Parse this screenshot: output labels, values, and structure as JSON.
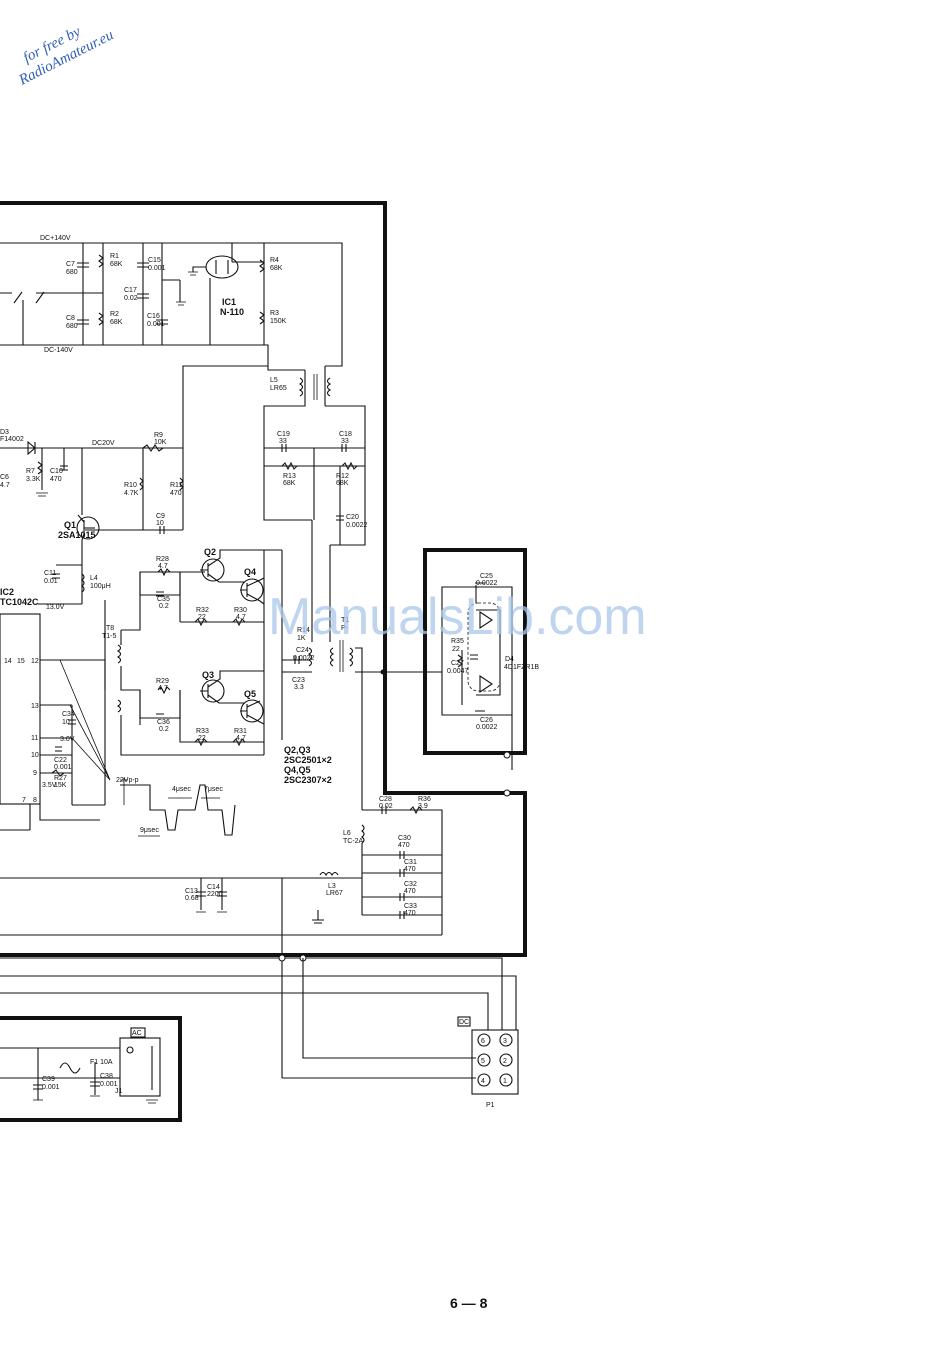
{
  "watermark_corner": {
    "line1": "for free by",
    "line2": "RadioAmateur.eu"
  },
  "watermark_center": "ManualsLib.com",
  "page_number": "6 — 8",
  "rails": {
    "dc_pos140": "DC+140V",
    "dc_neg140": "DC-140V",
    "dc20": "DC20V",
    "v13": "13.0V",
    "v3_0": "3.0V",
    "v3_5": "3.5V",
    "vpp": "22Vp-p"
  },
  "timing": {
    "t4": "4μsec",
    "t7": "7μsec",
    "t9": "9μsec"
  },
  "ic": {
    "ic1_ref": "IC1",
    "ic1_part": "N-110",
    "ic2_ref": "IC2",
    "ic2_part": "TC1042C"
  },
  "transistors": {
    "q1": "Q1",
    "q1_part": "2SA1015",
    "q2": "Q2",
    "q3": "Q3",
    "q4": "Q4",
    "q5": "Q5",
    "note1": "Q2,Q3",
    "note2": "2SC2501×2",
    "note3": "Q4,Q5",
    "note4": "2SC2307×2"
  },
  "parts": {
    "c7": "C7",
    "c7v": "680",
    "r1": "R1",
    "r1v": "68K",
    "c15": "C15",
    "c15v": "0.001",
    "c17": "C17",
    "c17v": "0.02",
    "c8": "C8",
    "c8v": "680",
    "r2": "R2",
    "r2v": "68K",
    "c16": "C16",
    "c16v": "0.001",
    "r4": "R4",
    "r4v": "68K",
    "r3": "R3",
    "r3v": "150K",
    "l5": "L5",
    "l5v": "LR65",
    "r9": "R9",
    "r9v": "10K",
    "r7": "R7",
    "r7v": "3.3K",
    "c10": "C10",
    "c10v": "470",
    "r10": "R10",
    "r10v": "4.7K",
    "r11": "R11",
    "r11v": "470",
    "c9": "C9",
    "c9v": "10",
    "c19": "C19",
    "c19v": "33",
    "c18": "C18",
    "c18v": "33",
    "r13": "R13",
    "r13v": "68K",
    "r12": "R12",
    "r12v": "68K",
    "c20": "C20",
    "c20v": "0.0022",
    "c11": "C11",
    "c11v": "0.01",
    "l4": "L4",
    "l4v": "100μH",
    "r28": "R28",
    "r28v": "4.7",
    "c35": "C35",
    "c35v": "0.2",
    "r32": "R32",
    "r32v": "22",
    "r30": "R30",
    "r30v": "4.7",
    "t8": "T8",
    "t8v": "T1-5",
    "r14": "R14",
    "r14v": "1K",
    "c24": "C24",
    "c24v": "0.0022",
    "c23": "C23",
    "c23v": "3.3",
    "t1": "T1",
    "t1v": "P-",
    "r29": "R29",
    "r29v": "4.7",
    "c36": "C36",
    "c36v": "0.2",
    "r33": "R33",
    "r33v": "22",
    "r31": "R31",
    "r31v": "4.7",
    "c34": "C34",
    "c34v": "10",
    "c22": "C22",
    "c22v": "0.001",
    "r27": "R27",
    "r27v": "15K",
    "c25": "C25",
    "c25v": "0.0022",
    "r35": "R35",
    "r35v": "22",
    "c27": "C27",
    "c27v": "0.0047",
    "d4": "D4",
    "d4v": "4D1FZR1B",
    "c26": "C26",
    "c26v": "0.0022",
    "c28": "C28",
    "c28v": "0.02",
    "r36": "R36",
    "r36v": "3.9",
    "l6": "L6",
    "l6v": "TC-2A",
    "c30": "C30",
    "c30v": "470",
    "c31": "C31",
    "c31v": "470",
    "c32": "C32",
    "c32v": "470",
    "c33": "C33",
    "c33v": "470",
    "c13": "C13",
    "c13v": "0.68",
    "c14": "C14",
    "c14v": "2200",
    "l3": "L3",
    "l3v": "LR67",
    "f1": "F1 10A",
    "c39": "C39",
    "c39v": "0.001",
    "c38": "C38",
    "c38v": "0.001",
    "j1": "J1",
    "d3": "D3",
    "d3v": "F14002",
    "c6": "C6",
    "c6v": "4.7"
  },
  "pins": {
    "p12": "12",
    "p13": "13",
    "p14": "14",
    "p15": "15",
    "p11": "11",
    "p10": "10",
    "p9": "9",
    "p7": "7",
    "p8": "8"
  },
  "connector": {
    "dc_tag": "DC",
    "ac_tag": "AC",
    "ref": "P1",
    "pins": [
      "6",
      "3",
      "5",
      "2",
      "4",
      "1"
    ]
  }
}
